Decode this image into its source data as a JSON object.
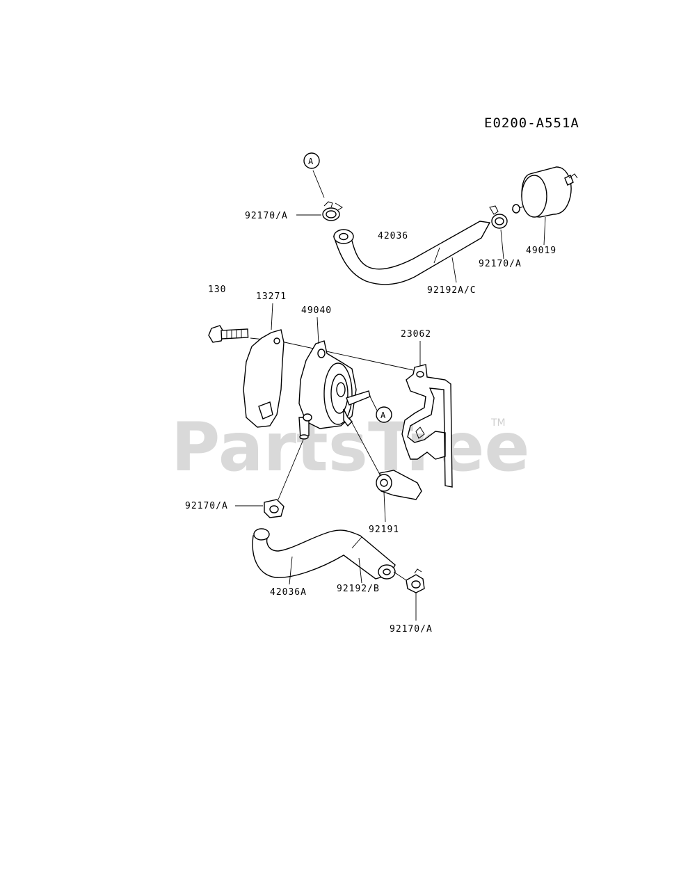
{
  "diagram_code": "E0200-A551A",
  "watermark": "PartsTree",
  "watermark_tm": "TM",
  "callout_letter": "A",
  "labels": {
    "clamp_top_left": "92170/A",
    "hose_top": "42036",
    "clamp_top_right": "92170/A",
    "filter": "49019",
    "tube_top": "92192A/C",
    "bolt": "130",
    "gasket": "13271",
    "pump": "49040",
    "bracket": "23062",
    "clamp_mid_left": "92170/A",
    "cap": "92191",
    "hose_bottom": "42036A",
    "tube_bottom": "92192/B",
    "clamp_bottom": "92170/A"
  }
}
